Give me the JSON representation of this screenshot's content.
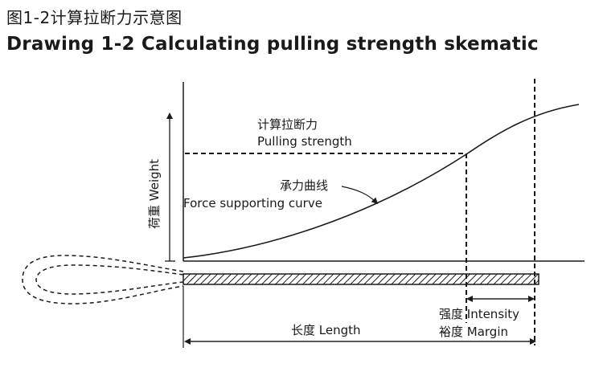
{
  "title": {
    "chinese": "图1-2计算拉断力示意图",
    "english": "Drawing 1-2 Calculating pulling strength skematic"
  },
  "labels": {
    "y_axis": "荷重 Weight",
    "pulling_strength_cn": "计算拉断力",
    "pulling_strength_en": "Pulling strength",
    "force_curve_cn": "承力曲线",
    "force_curve_en": "Force supporting curve",
    "intensity": "强度 Intensity",
    "margin": "裕度 Margin",
    "length": "长度 Length"
  },
  "colors": {
    "ink": "#1a1a1a",
    "background": "#ffffff"
  }
}
